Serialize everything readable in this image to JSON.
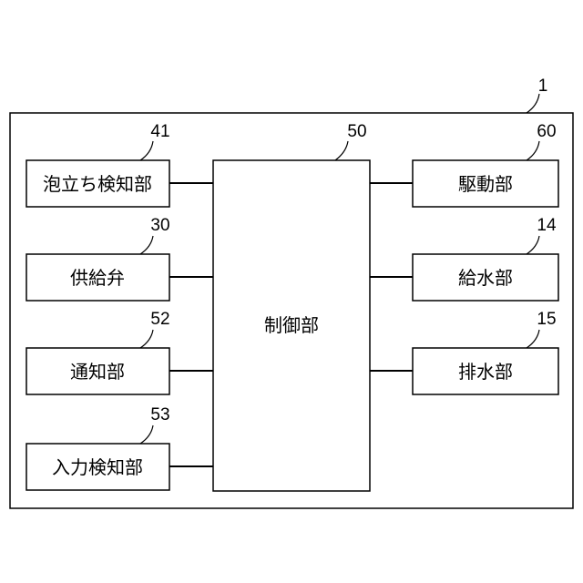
{
  "diagram": {
    "system_ref": "1",
    "controller": {
      "label": "制御部",
      "ref": "50"
    },
    "left_blocks": [
      {
        "label": "泡立ち検知部",
        "ref": "41"
      },
      {
        "label": "供給弁",
        "ref": "30"
      },
      {
        "label": "通知部",
        "ref": "52"
      },
      {
        "label": "入力検知部",
        "ref": "53"
      }
    ],
    "right_blocks": [
      {
        "label": "駆動部",
        "ref": "60"
      },
      {
        "label": "給水部",
        "ref": "14"
      },
      {
        "label": "排水部",
        "ref": "15"
      }
    ]
  }
}
